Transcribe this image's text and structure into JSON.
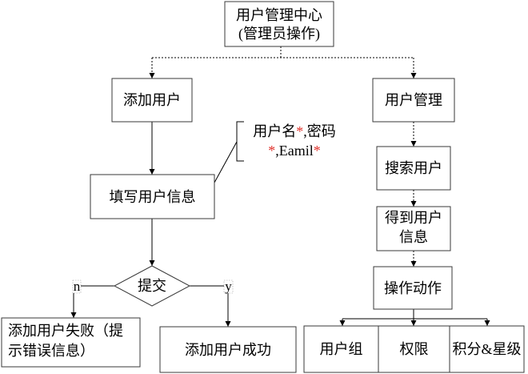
{
  "diagram": {
    "root": {
      "lines": [
        "用户管理中心",
        "(管理员操作)"
      ]
    },
    "add_user": {
      "label": "添加用户"
    },
    "fill_info": {
      "label": "填写用户信息"
    },
    "annotation": {
      "line1": [
        "用户名",
        "*",
        ",密码"
      ],
      "line2": [
        "*",
        ",Eamil",
        "*"
      ]
    },
    "submit": {
      "label": "提交"
    },
    "branch_no": {
      "label": "n"
    },
    "branch_yes": {
      "label": "y"
    },
    "fail": {
      "lines": [
        "添加用户失败（提",
        "示错误信息）"
      ]
    },
    "success": {
      "label": "添加用户成功"
    },
    "user_mgmt": {
      "label": "用户管理"
    },
    "search": {
      "label": "搜索用户"
    },
    "get_info": {
      "lines": [
        "得到用户",
        "信息"
      ]
    },
    "action": {
      "label": "操作动作"
    },
    "action_targets": [
      {
        "label": "用户组"
      },
      {
        "label": "权限"
      },
      {
        "label": "积分&星级"
      }
    ]
  },
  "colors": {
    "required_mark": "#e0312b"
  }
}
